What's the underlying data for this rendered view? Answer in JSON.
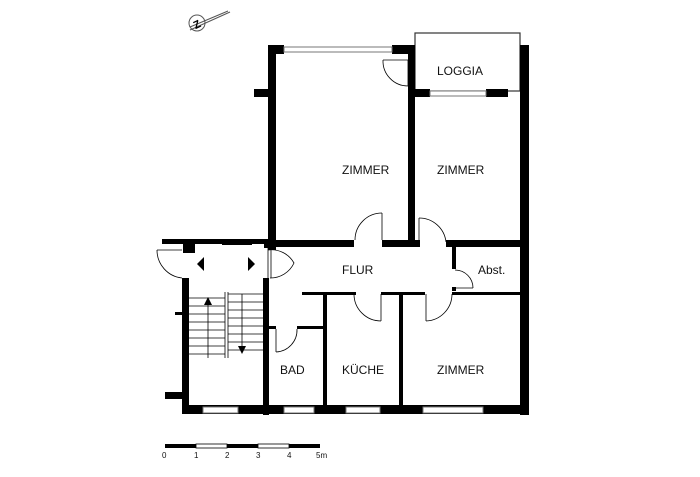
{
  "plan": {
    "north_symbol": "N",
    "rooms": {
      "loggia": "LOGGIA",
      "zimmer_1": "ZIMMER",
      "zimmer_2": "ZIMMER",
      "flur": "FLUR",
      "abst": "Abst.",
      "bad": "BAD",
      "kueche": "KÜCHE",
      "zimmer_3": "ZIMMER"
    },
    "scale_bar": {
      "ticks": [
        "0",
        "1",
        "2",
        "3",
        "4",
        "5m"
      ],
      "unit": "m"
    }
  }
}
